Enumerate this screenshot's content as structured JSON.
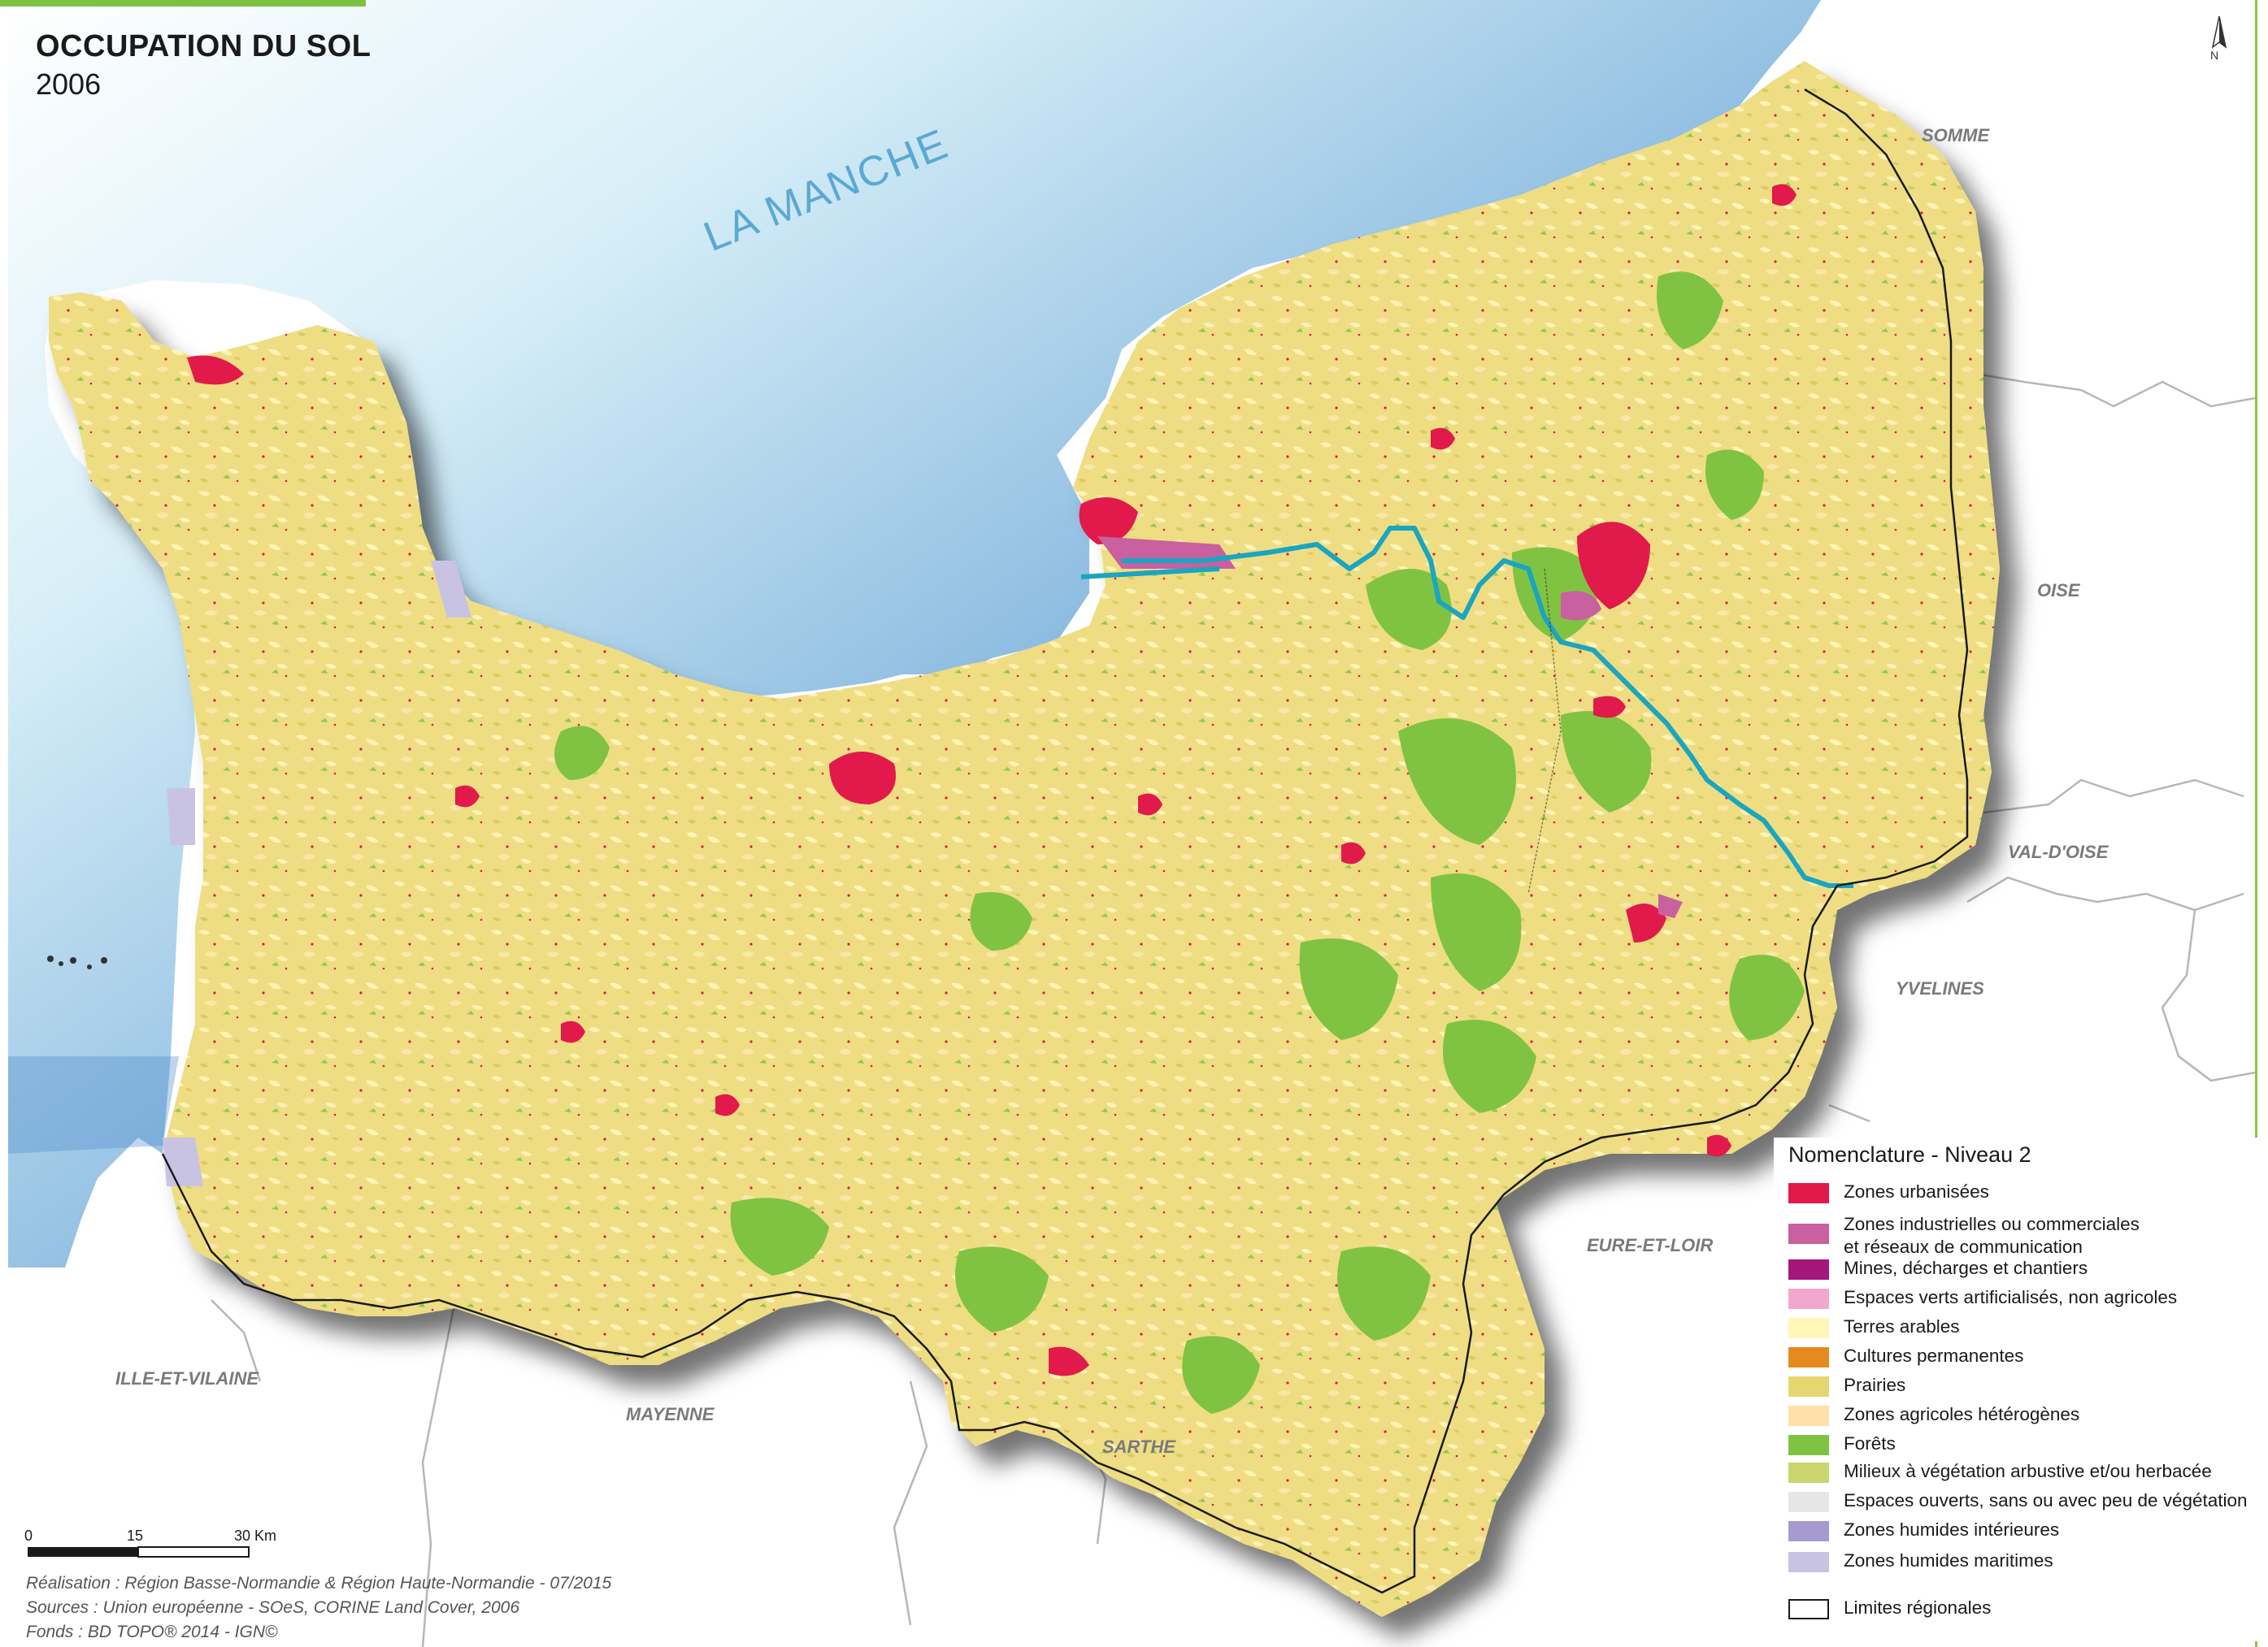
{
  "title": "OCCUPATION DU SOL",
  "subtitle": "2006",
  "north_label": "N",
  "sea_label": "LA MANCHE",
  "departments": [
    {
      "name": "SOMME"
    },
    {
      "name": "OISE"
    },
    {
      "name": "VAL-D'OISE"
    },
    {
      "name": "YVELINES"
    },
    {
      "name": "EURE-ET-LOIR"
    },
    {
      "name": "SARTHE"
    },
    {
      "name": "MAYENNE"
    },
    {
      "name": "ILLE-ET-VILAINE"
    }
  ],
  "legend": {
    "title": "Nomenclature - Niveau 2",
    "items": [
      {
        "label": "Zones urbanisées",
        "color": "#e2194b"
      },
      {
        "label": "Zones industrielles ou commerciales",
        "label2": "et réseaux de communication",
        "color": "#c9609f"
      },
      {
        "label": "Mines, décharges et chantiers",
        "color": "#a5167c"
      },
      {
        "label": "Espaces verts artificialisés, non agricoles",
        "color": "#f2a7cf"
      },
      {
        "label": "Terres arables",
        "color": "#fff6b8"
      },
      {
        "label": "Cultures permanentes",
        "color": "#e58a1f"
      },
      {
        "label": "Prairies",
        "color": "#e6d66f"
      },
      {
        "label": "Zones agricoles hétérogènes",
        "color": "#fde1a9"
      },
      {
        "label": "Forêts",
        "color": "#80c342"
      },
      {
        "label": "Milieux à végétation arbustive et/ou herbacée",
        "color": "#cbd56d"
      },
      {
        "label": "Espaces ouverts, sans ou avec peu de végétation",
        "color": "#e6e6e6"
      },
      {
        "label": "Zones humides intérieures",
        "color": "#a59bd0"
      },
      {
        "label": "Zones humides maritimes",
        "color": "#c9c3e3"
      }
    ],
    "boundary_label": "Limites régionales"
  },
  "scale": {
    "labels": [
      "0",
      "15",
      "30 Km"
    ]
  },
  "credits": [
    "Réalisation : Région Basse-Normandie & Région Haute-Normandie - 07/2015",
    "Sources : Union européenne - SOeS, CORINE Land Cover, 2006",
    "Fonds : BD TOPO® 2014 - IGN©"
  ],
  "colors": {
    "sea_deep": "#3f7fc3",
    "sea_light": "#e9f6fb",
    "land_base": "#e8d879",
    "forest": "#80c342",
    "urban": "#e2194b",
    "river": "#1aa5c0"
  }
}
